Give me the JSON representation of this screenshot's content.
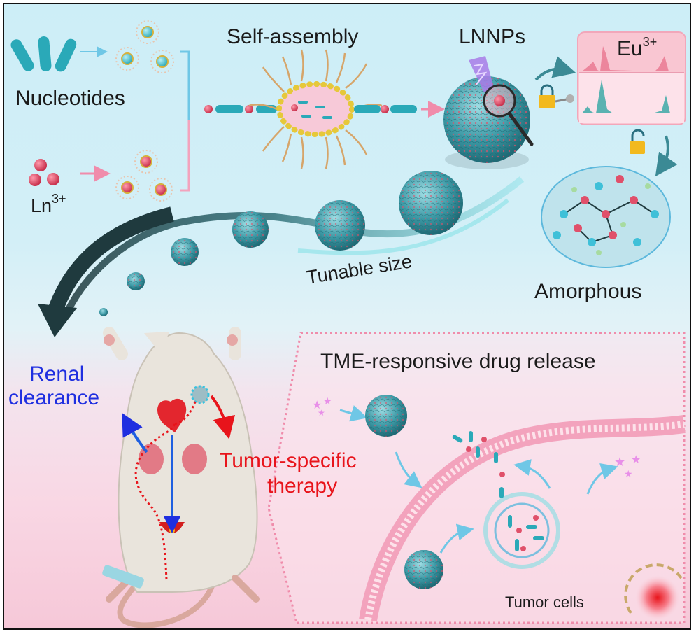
{
  "figure": {
    "type": "graphical-abstract",
    "colors": {
      "nucleotide_teal": "#2aa9b8",
      "lanthanide_red": "#e0506a",
      "nanoparticle_teal": "#3d9aa6",
      "renal_blue": "#1f2fe0",
      "tumor_red": "#e8141b",
      "arrow_dark": "#1f3a3e",
      "tme_pink": "#f08cab"
    }
  },
  "top": {
    "nucleotides_label": "Nucleotides",
    "ln_label_base": "Ln",
    "ln_label_sup": "3+",
    "self_assembly_label": "Self-assembly",
    "lnnps_label": "LNNPs",
    "eu_label_base": "Eu",
    "eu_label_sup": "3+",
    "amorphous_label": "Amorphous",
    "tunable_size_label": "Tunable size",
    "lock_states": [
      "locked",
      "unlocked"
    ]
  },
  "bottom": {
    "renal_label_line1": "Renal",
    "renal_label_line2": "clearance",
    "tumor_label_line1": "Tumor-specific",
    "tumor_label_line2": "therapy",
    "tme_title": "TME-responsive drug release",
    "tumor_cells_label": "Tumor cells"
  }
}
